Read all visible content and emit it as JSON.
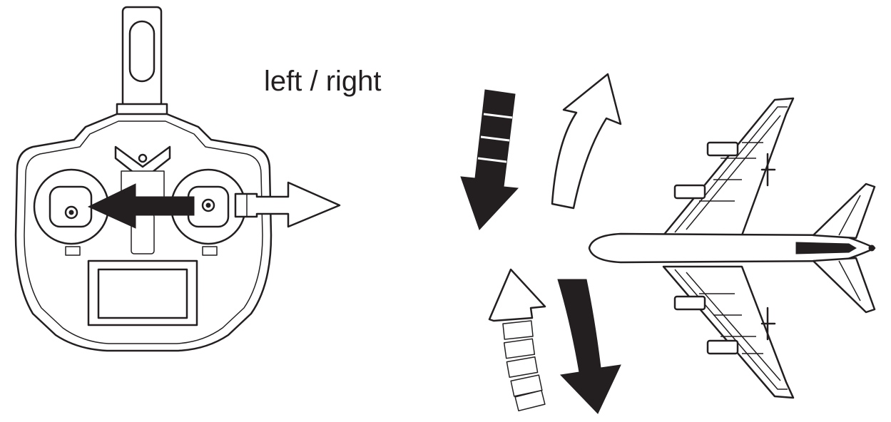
{
  "caption": "left / right",
  "colors": {
    "ink": "#231f20",
    "background": "#ffffff"
  },
  "figures": {
    "transmitter": "remote-controller",
    "stick_motion": "left-stick-pushed-left-with-right-arrow-outline",
    "aircraft": "airliner-top-view",
    "rotation_arrows": [
      "black-arrow-down-left",
      "outline-arrow-up-left",
      "outline-arrow-up-bottom",
      "black-arrow-down-bottom"
    ]
  }
}
